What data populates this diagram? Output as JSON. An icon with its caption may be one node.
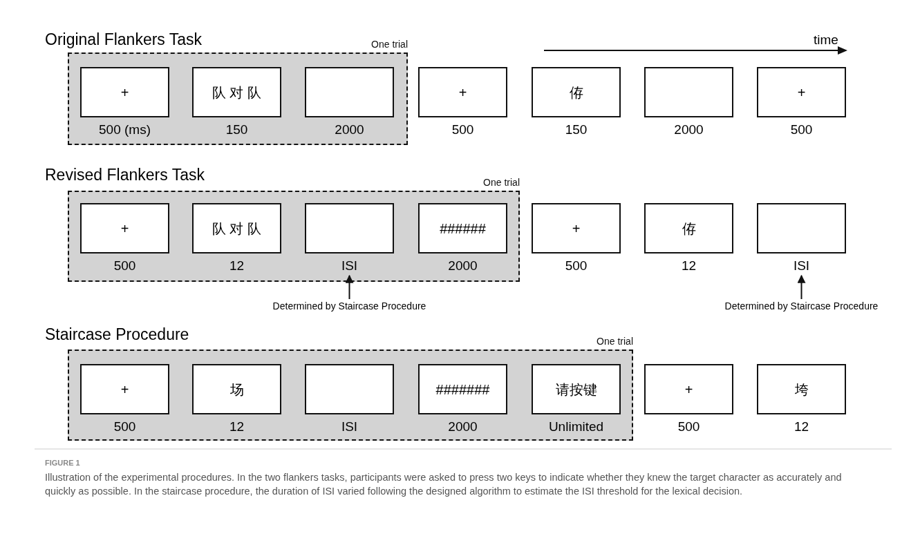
{
  "diagram": {
    "caption": "Illustration of the experimental procedures. In the two flankers tasks, participants were asked to press two keys to indicate whether they knew the target character as accurately and quickly as possible. In the staircase procedure, the duration of ISI varied following the designed algorithm to estimate the ISI threshold for the lexical decision.",
    "nodes": [
      {
        "text": [
          "One trial"
        ]
      },
      {
        "text": [
          "+"
        ],
        "beside": [
          "500 (ms)"
        ],
        "in": 0
      },
      {
        "text": [
          "队 对 队"
        ],
        "beside": [
          "150"
        ],
        "in": 0
      },
      {
        "text": [],
        "shape": "box",
        "beside": [
          "2000"
        ],
        "in": 0
      },
      {
        "text": [
          "+"
        ],
        "beside": [
          "500"
        ]
      },
      {
        "text": [
          "侟"
        ],
        "beside": [
          "150"
        ]
      },
      {
        "text": [],
        "shape": "box",
        "beside": [
          "2000"
        ]
      },
      {
        "text": [
          "+"
        ],
        "beside": [
          "500"
        ]
      },
      {
        "text": [
          "One trial"
        ]
      },
      {
        "text": [
          "+"
        ],
        "beside": [
          "500"
        ],
        "in": 8
      },
      {
        "text": [
          "队 对 队"
        ],
        "beside": [
          "12"
        ],
        "in": 8
      },
      {
        "text": [],
        "shape": "box",
        "beside": [
          "ISI"
        ],
        "in": 8
      },
      {
        "text": [
          "######"
        ],
        "beside": [
          "2000"
        ],
        "in": 8
      },
      {
        "text": [
          "+"
        ],
        "beside": [
          "500"
        ]
      },
      {
        "text": [
          "侟"
        ],
        "beside": [
          "12"
        ]
      },
      {
        "text": [],
        "shape": "box",
        "beside": [
          "ISI"
        ]
      },
      {
        "text": [
          "Determined by Staircase Procedure"
        ]
      },
      {
        "text": [
          "Determined by Staircase Procedure"
        ]
      },
      {
        "text": [
          "One trial"
        ]
      },
      {
        "text": [
          "+"
        ],
        "beside": [
          "500"
        ],
        "in": 18
      },
      {
        "text": [
          "场"
        ],
        "beside": [
          "12"
        ],
        "in": 18
      },
      {
        "text": [],
        "shape": "box",
        "beside": [
          "ISI"
        ],
        "in": 18
      },
      {
        "text": [
          "#######"
        ],
        "beside": [
          "2000"
        ],
        "in": 18
      },
      {
        "text": [
          "请按键"
        ],
        "beside": [
          "Unlimited"
        ],
        "in": 18
      },
      {
        "text": [
          "+"
        ],
        "beside": [
          "500"
        ]
      },
      {
        "text": [
          "垮"
        ],
        "beside": [
          "12"
        ]
      }
    ],
    "edges": [
      {
        "from": 16,
        "to": 11,
        "arrow": "to"
      },
      {
        "from": 17,
        "to": 15,
        "arrow": "to"
      }
    ],
    "labels": [
      "Original Flankers Task",
      "time",
      "Revised Flankers Task",
      "Staircase Procedure",
      "FIGURE 1"
    ]
  }
}
